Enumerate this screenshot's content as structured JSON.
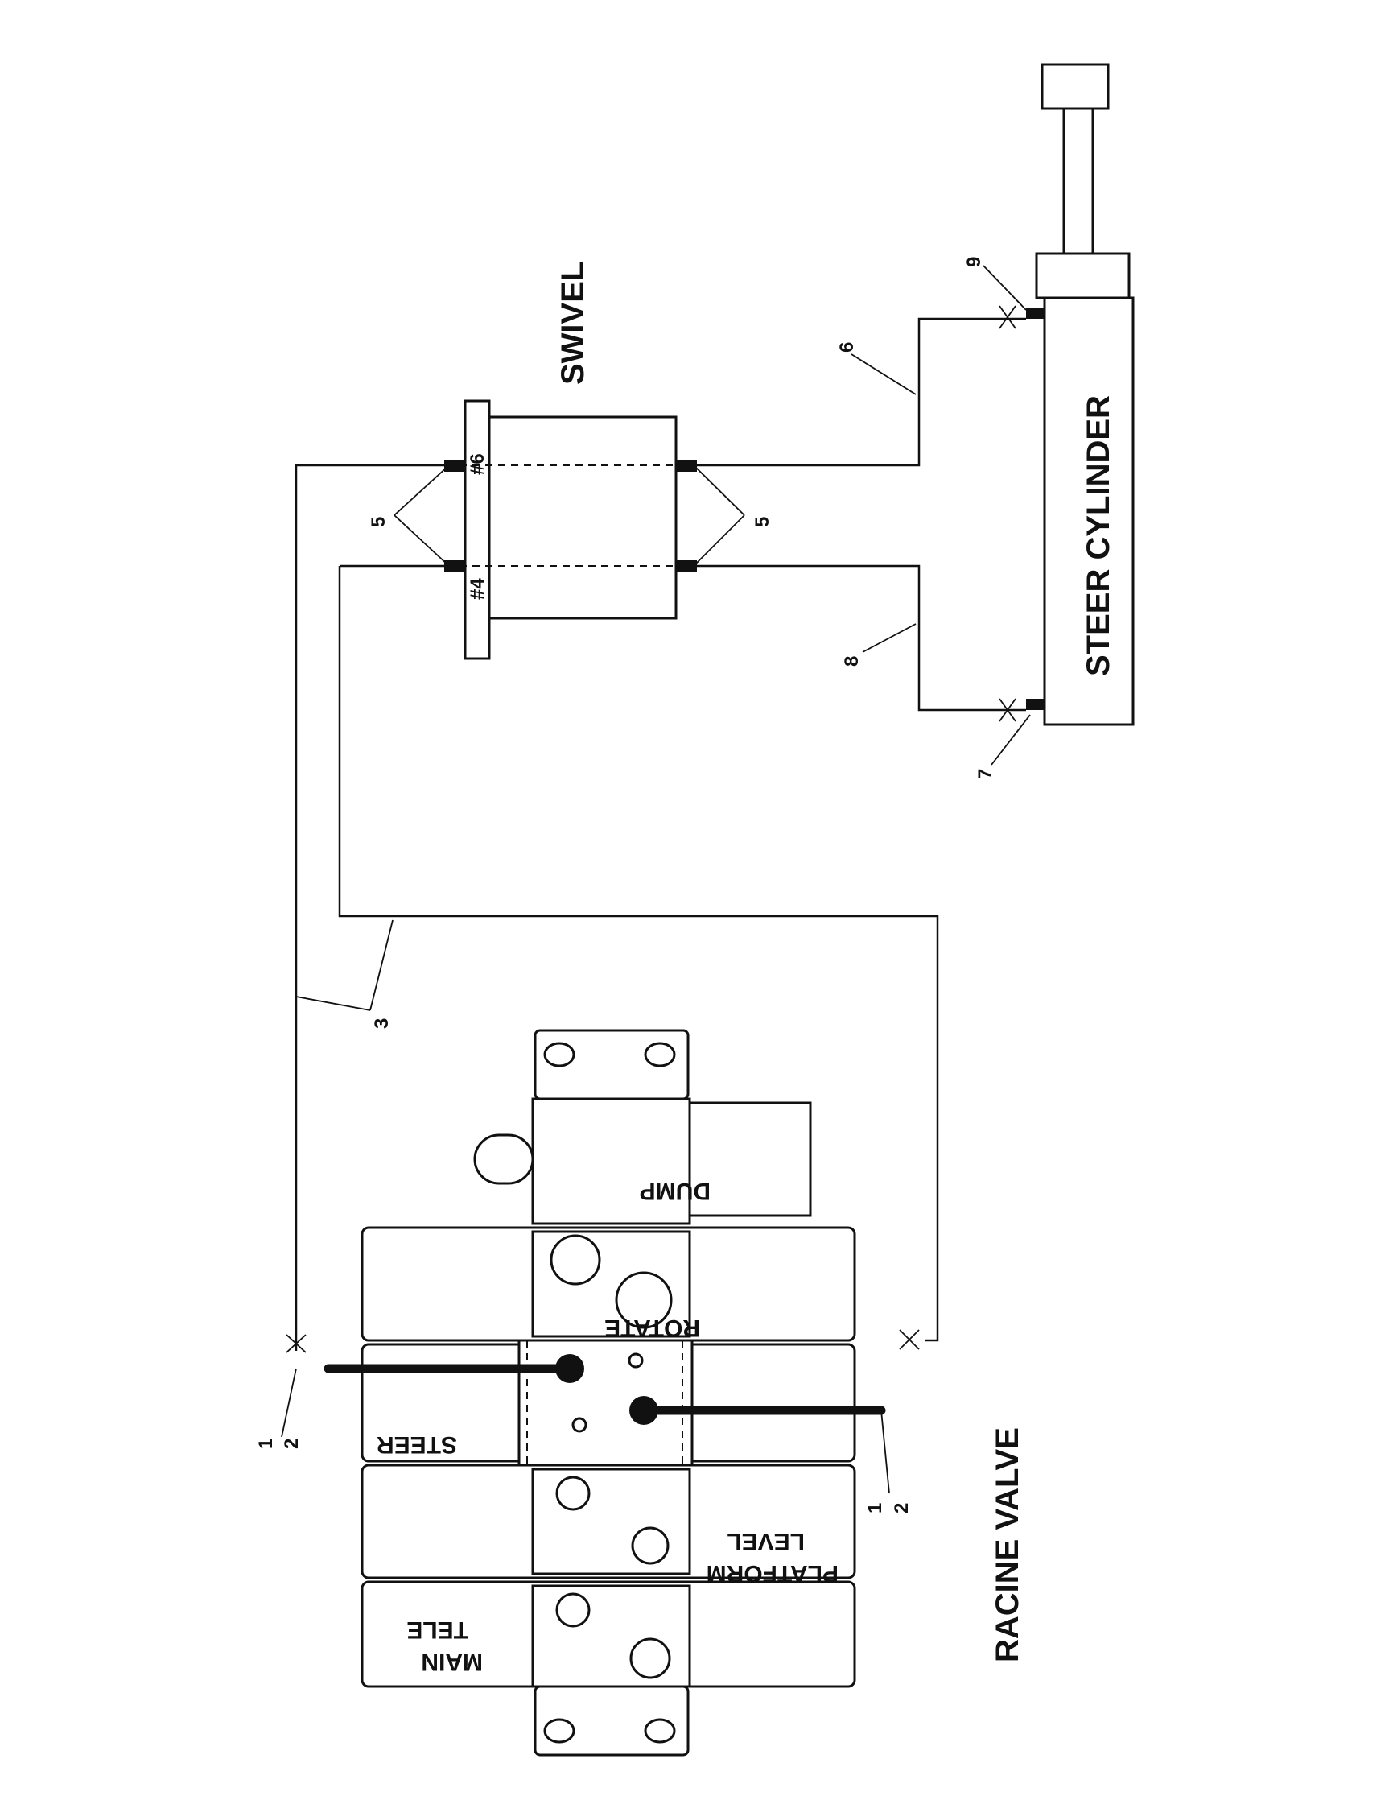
{
  "labels": {
    "swivel": "SWIVEL",
    "steer_cylinder": "STEER CYLINDER",
    "racine_valve": "RACINE VALVE",
    "port_4": "#4",
    "port_6": "#6"
  },
  "sections": [
    "MAIN",
    "TELE",
    "PLATFORM",
    "LEVEL",
    "STEER",
    "ROTATE",
    "DUMP"
  ],
  "callouts": {
    "c1a": "1",
    "c2a": "2",
    "c1b": "1",
    "c2b": "2",
    "c3": "3",
    "c5a": "5",
    "c5b": "5",
    "c6": "6",
    "c7": "7",
    "c8": "8",
    "c9": "9"
  }
}
